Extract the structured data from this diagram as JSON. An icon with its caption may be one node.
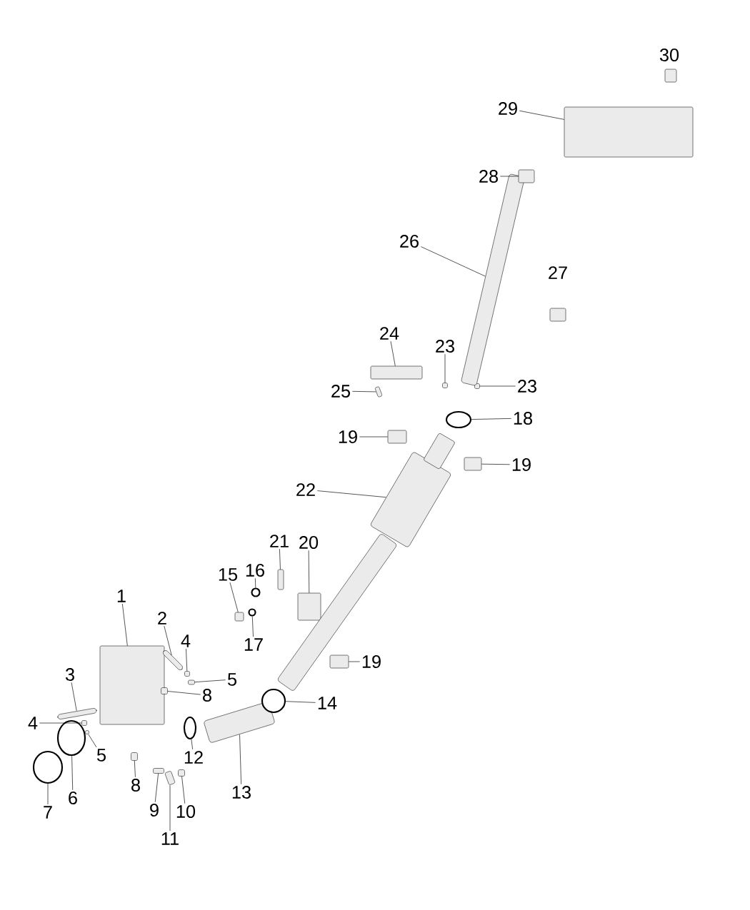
{
  "diagram": {
    "nodes": [
      {
        "text": [
          "1"
        ]
      },
      {
        "text": [],
        "shape": "box"
      },
      {
        "text": [
          "2"
        ]
      },
      {
        "text": [],
        "shape": "bar"
      },
      {
        "text": [
          "4"
        ]
      },
      {
        "text": [],
        "shape": "box"
      },
      {
        "text": [
          "5"
        ]
      },
      {
        "text": [],
        "shape": "box"
      },
      {
        "text": [
          "3"
        ]
      },
      {
        "text": [],
        "shape": "bar"
      },
      {
        "text": [
          "8"
        ]
      },
      {
        "text": [],
        "shape": "box"
      },
      {
        "text": [
          "4"
        ]
      },
      {
        "text": [],
        "shape": "box"
      },
      {
        "text": [
          "5"
        ]
      },
      {
        "text": [],
        "shape": "box"
      },
      {
        "text": [
          "6"
        ]
      },
      {
        "text": [],
        "shape": "circle"
      },
      {
        "text": [
          "7"
        ]
      },
      {
        "text": [],
        "shape": "circle"
      },
      {
        "text": [
          "8"
        ]
      },
      {
        "text": [],
        "shape": "box"
      },
      {
        "text": [
          "9"
        ]
      },
      {
        "text": [],
        "shape": "box"
      },
      {
        "text": [
          "10"
        ]
      },
      {
        "text": [],
        "shape": "box"
      },
      {
        "text": [
          "11"
        ]
      },
      {
        "text": [],
        "shape": "box"
      },
      {
        "text": [
          "12"
        ]
      },
      {
        "text": [],
        "shape": "circle"
      },
      {
        "text": [
          "13"
        ]
      },
      {
        "text": [],
        "shape": "bar"
      },
      {
        "text": [
          "14"
        ]
      },
      {
        "text": [],
        "shape": "circle"
      },
      {
        "text": [
          "15"
        ]
      },
      {
        "text": [],
        "shape": "box"
      },
      {
        "text": [
          "16"
        ]
      },
      {
        "text": [],
        "shape": "circle"
      },
      {
        "text": [
          "17"
        ]
      },
      {
        "text": [],
        "shape": "circle"
      },
      {
        "text": [
          "21"
        ]
      },
      {
        "text": [],
        "shape": "box"
      },
      {
        "text": [
          "20"
        ]
      },
      {
        "text": [],
        "shape": "box"
      },
      {
        "text": [
          "19"
        ]
      },
      {
        "text": [],
        "shape": "box"
      },
      {
        "text": [
          "22"
        ]
      },
      {
        "text": [],
        "shape": "bar"
      },
      {
        "text": [
          "19"
        ]
      },
      {
        "text": [],
        "shape": "box"
      },
      {
        "text": [
          "18"
        ]
      },
      {
        "text": [],
        "shape": "circle"
      },
      {
        "text": [
          "19"
        ]
      },
      {
        "text": [],
        "shape": "box"
      },
      {
        "text": [
          "25"
        ]
      },
      {
        "text": [],
        "shape": "box"
      },
      {
        "text": [
          "24"
        ]
      },
      {
        "text": [],
        "shape": "box"
      },
      {
        "text": [
          "23"
        ]
      },
      {
        "text": [],
        "shape": "box"
      },
      {
        "text": [
          "23"
        ]
      },
      {
        "text": [],
        "shape": "box"
      },
      {
        "text": [
          "26"
        ]
      },
      {
        "text": [],
        "shape": "bar"
      },
      {
        "text": [
          "28"
        ]
      },
      {
        "text": [],
        "shape": "box"
      },
      {
        "text": [
          "29"
        ]
      },
      {
        "text": [],
        "shape": "box"
      }
    ],
    "edges": [
      {
        "from": 0,
        "to": 1,
        "arrow": "none"
      },
      {
        "from": 2,
        "to": 3,
        "arrow": "none"
      },
      {
        "from": 4,
        "to": 5,
        "arrow": "none"
      },
      {
        "from": 6,
        "to": 7,
        "arrow": "none"
      },
      {
        "from": 8,
        "to": 9,
        "arrow": "none"
      },
      {
        "from": 10,
        "to": 11,
        "arrow": "none"
      },
      {
        "from": 12,
        "to": 13,
        "arrow": "none"
      },
      {
        "from": 14,
        "to": 15,
        "arrow": "none"
      },
      {
        "from": 16,
        "to": 17,
        "arrow": "none"
      },
      {
        "from": 18,
        "to": 19,
        "arrow": "none"
      },
      {
        "from": 20,
        "to": 21,
        "arrow": "none"
      },
      {
        "from": 22,
        "to": 23,
        "arrow": "none"
      },
      {
        "from": 24,
        "to": 25,
        "arrow": "none"
      },
      {
        "from": 26,
        "to": 27,
        "arrow": "none"
      },
      {
        "from": 28,
        "to": 29,
        "arrow": "none"
      },
      {
        "from": 30,
        "to": 31,
        "arrow": "none"
      },
      {
        "from": 32,
        "to": 33,
        "arrow": "none"
      },
      {
        "from": 34,
        "to": 35,
        "arrow": "none"
      },
      {
        "from": 36,
        "to": 37,
        "arrow": "none"
      },
      {
        "from": 38,
        "to": 39,
        "arrow": "none"
      },
      {
        "from": 40,
        "to": 41,
        "arrow": "none"
      },
      {
        "from": 42,
        "to": 43,
        "arrow": "none"
      },
      {
        "from": 44,
        "to": 45,
        "arrow": "none"
      },
      {
        "from": 46,
        "to": 47,
        "arrow": "none"
      },
      {
        "from": 48,
        "to": 49,
        "arrow": "none"
      },
      {
        "from": 50,
        "to": 51,
        "arrow": "none"
      },
      {
        "from": 52,
        "to": 53,
        "arrow": "none"
      },
      {
        "from": 54,
        "to": 55,
        "arrow": "none"
      },
      {
        "from": 56,
        "to": 57,
        "arrow": "none"
      },
      {
        "from": 58,
        "to": 59,
        "arrow": "none"
      },
      {
        "from": 60,
        "to": 61,
        "arrow": "none"
      },
      {
        "from": 62,
        "to": 63,
        "arrow": "none"
      },
      {
        "from": 64,
        "to": 65,
        "arrow": "none"
      },
      {
        "from": 66,
        "to": 67,
        "arrow": "none"
      }
    ],
    "labels": [
      "30",
      "27"
    ]
  }
}
